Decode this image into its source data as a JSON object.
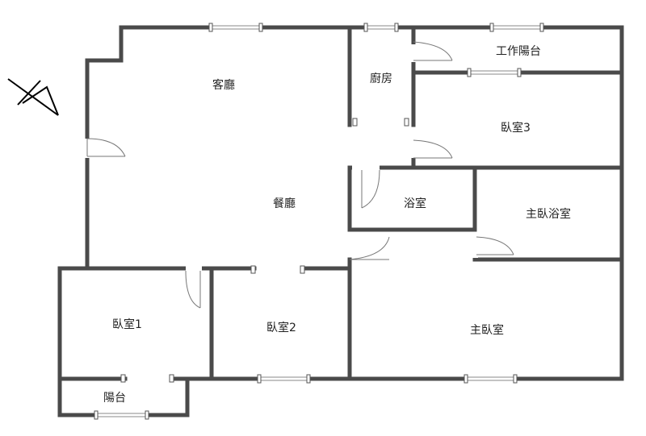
{
  "rooms": {
    "living": "客廳",
    "kitchen": "廚房",
    "service_balcony": "工作陽台",
    "bedroom3": "臥室3",
    "dining": "餐廳",
    "bathroom": "浴室",
    "master_bath": "主臥浴室",
    "bedroom1": "臥室1",
    "bedroom2": "臥室2",
    "master_bedroom": "主臥室",
    "balcony": "陽台"
  },
  "icons": {
    "north_arrow": "north-arrow-icon"
  }
}
